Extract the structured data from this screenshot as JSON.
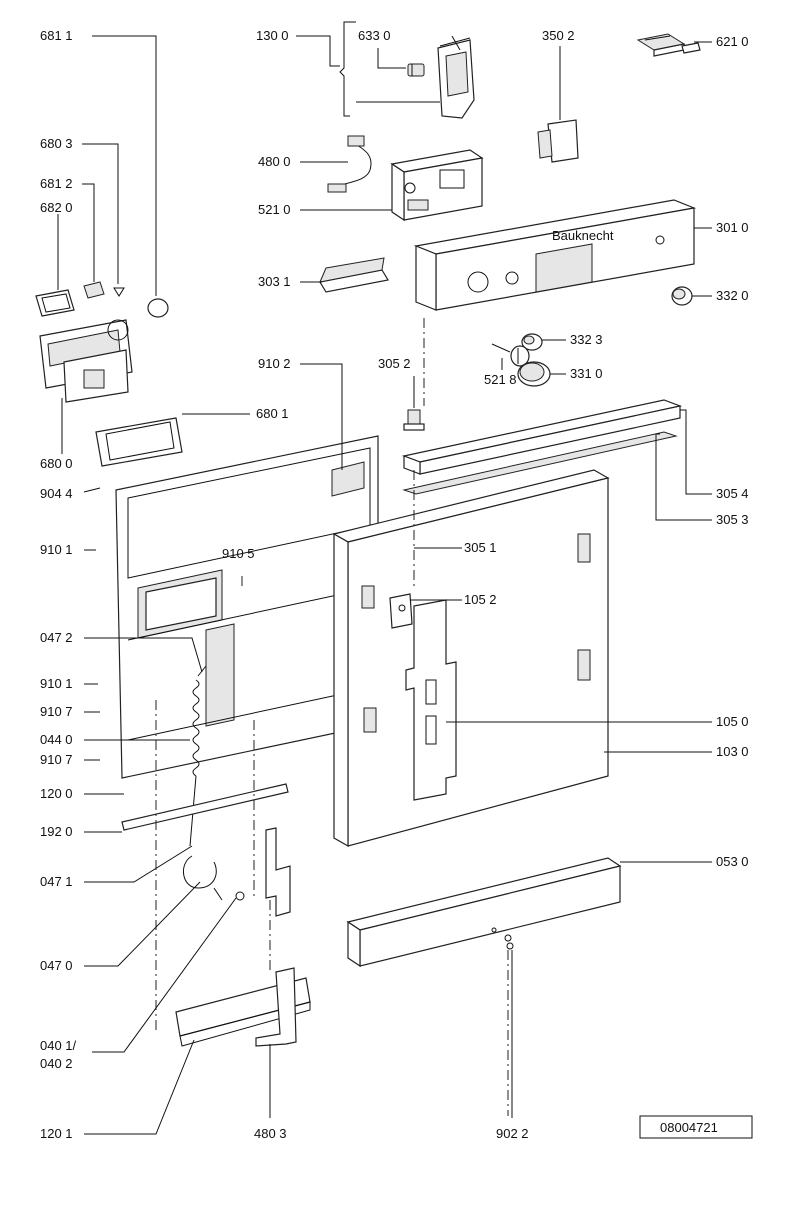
{
  "labels": {
    "p6811": "681 1",
    "p1300": "130 0",
    "p6330": "633 0",
    "p3502": "350 2",
    "p6210": "621 0",
    "p6803": "680 3",
    "p4800": "480 0",
    "p6812": "681 2",
    "p5210": "521 0",
    "p6820": "682 0",
    "p3010": "301 0",
    "p3031": "303 1",
    "p3320": "332 0",
    "p3323": "332 3",
    "p9102a": "910 2",
    "p3052": "305 2",
    "p3310": "331 0",
    "p5218": "521 8",
    "p6801": "680 1",
    "p6800": "680 0",
    "p9044": "904 4",
    "p3054": "305 4",
    "p3053": "305 3",
    "p9101a": "910 1",
    "p9105": "910 5",
    "p3051": "305 1",
    "p1052": "105 2",
    "p0472": "047 2",
    "p9101b": "910 1",
    "p9107a": "910 7",
    "p0440": "044 0",
    "p9107b": "910 7",
    "p1050": "105 0",
    "p1030": "103 0",
    "p1200": "120 0",
    "p1920": "192 0",
    "p0530": "053 0",
    "p0471": "047 1",
    "p0470": "047 0",
    "p0401": "040 1/",
    "p0402": "040 2",
    "p1201": "120 1",
    "p4803": "480 3",
    "p9022": "902 2"
  },
  "footer": {
    "drawing_number": "08004721"
  },
  "panel_brand": "Bauknecht"
}
